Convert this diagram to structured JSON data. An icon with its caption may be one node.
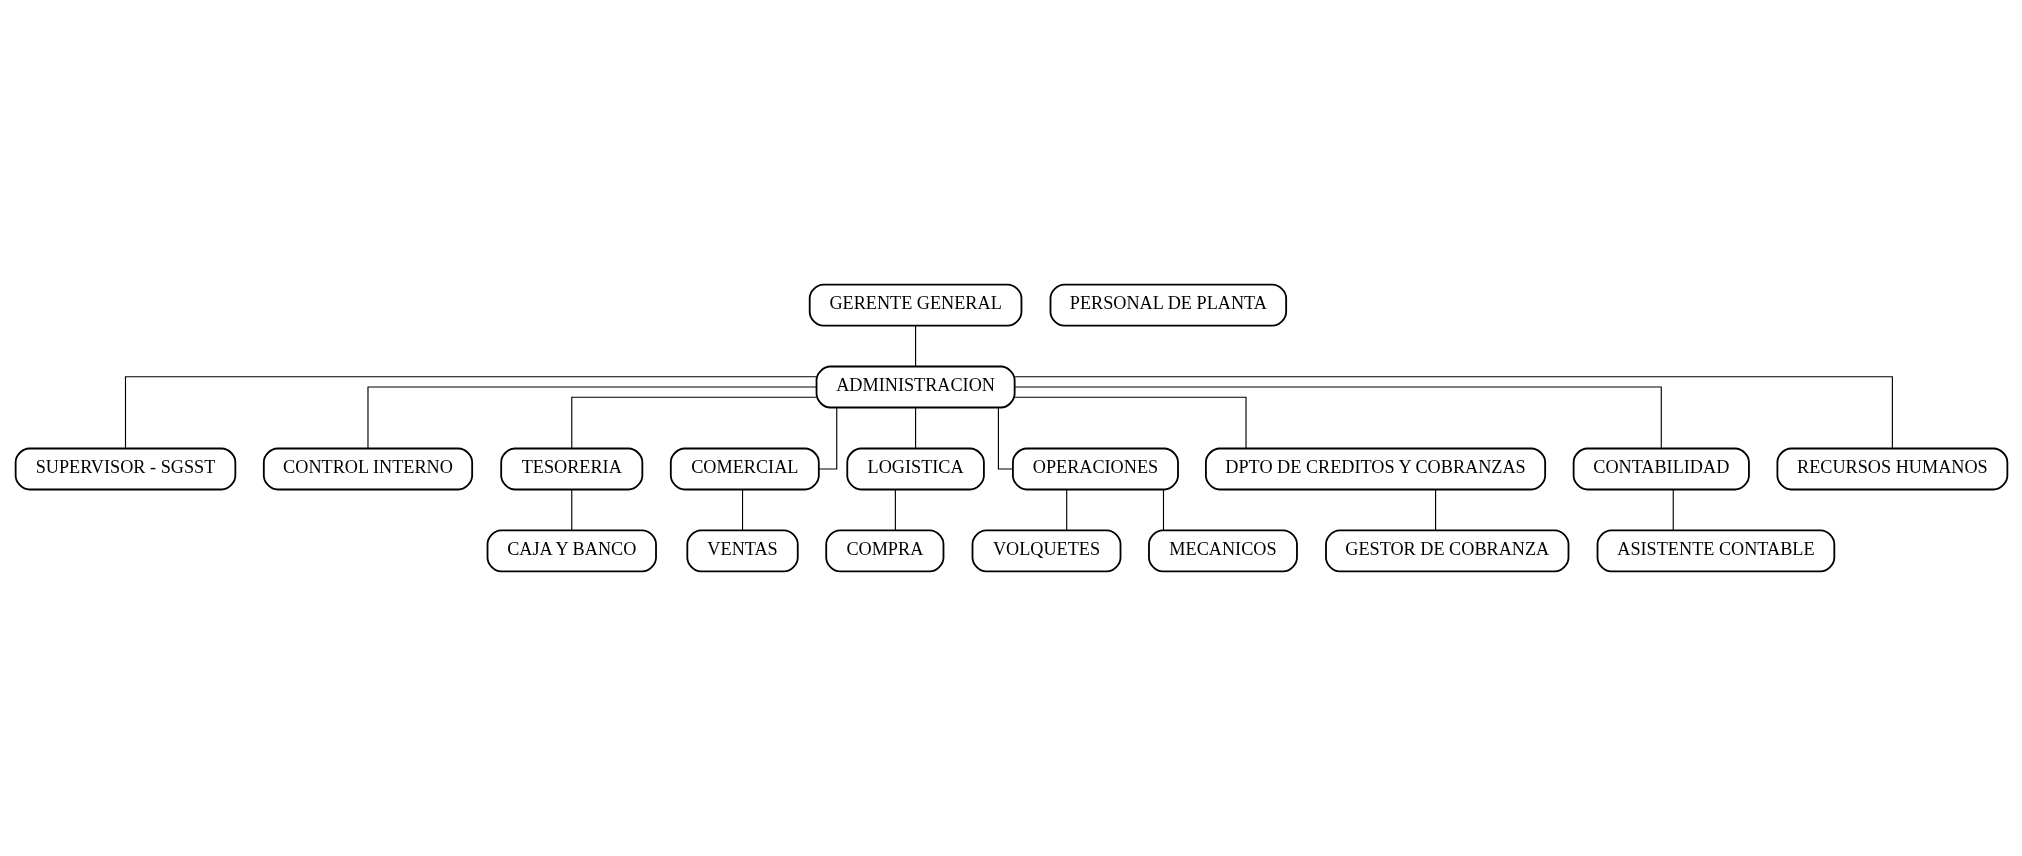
{
  "diagram": {
    "nodes": [
      {
        "text": [
          "GERENTE GENERAL"
        ]
      },
      {
        "text": [
          "ADMINISTRACION"
        ]
      },
      {
        "text": [
          "SUPERVISOR - SGSST"
        ]
      },
      {
        "text": [
          "CONTROL INTERNO"
        ]
      },
      {
        "text": [
          "TESORERIA"
        ]
      },
      {
        "text": [
          "COMERCIAL"
        ]
      },
      {
        "text": [
          "LOGISTICA"
        ]
      },
      {
        "text": [
          "OPERACIONES"
        ]
      },
      {
        "text": [
          "DPTO DE CREDITOS Y COBRANZAS"
        ]
      },
      {
        "text": [
          "CONTABILIDAD"
        ]
      },
      {
        "text": [
          "RECURSOS HUMANOS"
        ]
      },
      {
        "text": [
          "CAJA Y BANCO"
        ]
      },
      {
        "text": [
          "VENTAS"
        ]
      },
      {
        "text": [
          "COMPRA"
        ]
      },
      {
        "text": [
          "VOLQUETES"
        ]
      },
      {
        "text": [
          "PERSONAL DE PLANTA"
        ]
      },
      {
        "text": [
          "MECANICOS"
        ]
      },
      {
        "text": [
          "GESTOR DE COBRANZA"
        ]
      },
      {
        "text": [
          "ASISTENTE CONTABLE"
        ]
      }
    ],
    "edges": [
      {
        "from": 0,
        "to": 1,
        "arrow": "none"
      },
      {
        "from": 1,
        "to": 2,
        "arrow": "none"
      },
      {
        "from": 1,
        "to": 3,
        "arrow": "none"
      },
      {
        "from": 1,
        "to": 4,
        "arrow": "none"
      },
      {
        "from": 1,
        "to": 5,
        "arrow": "none"
      },
      {
        "from": 1,
        "to": 6,
        "arrow": "none"
      },
      {
        "from": 1,
        "to": 7,
        "arrow": "none"
      },
      {
        "from": 1,
        "to": 8,
        "arrow": "none"
      },
      {
        "from": 1,
        "to": 9,
        "arrow": "none"
      },
      {
        "from": 1,
        "to": 10,
        "arrow": "none"
      },
      {
        "from": 4,
        "to": 11,
        "arrow": "none"
      },
      {
        "from": 5,
        "to": 12,
        "arrow": "none"
      },
      {
        "from": 6,
        "to": 13,
        "arrow": "none"
      },
      {
        "from": 7,
        "to": 14,
        "arrow": "none"
      },
      {
        "from": 7,
        "to": 16,
        "arrow": "none"
      },
      {
        "from": 8,
        "to": 17,
        "arrow": "none"
      },
      {
        "from": 9,
        "to": 18,
        "arrow": "none"
      }
    ]
  }
}
